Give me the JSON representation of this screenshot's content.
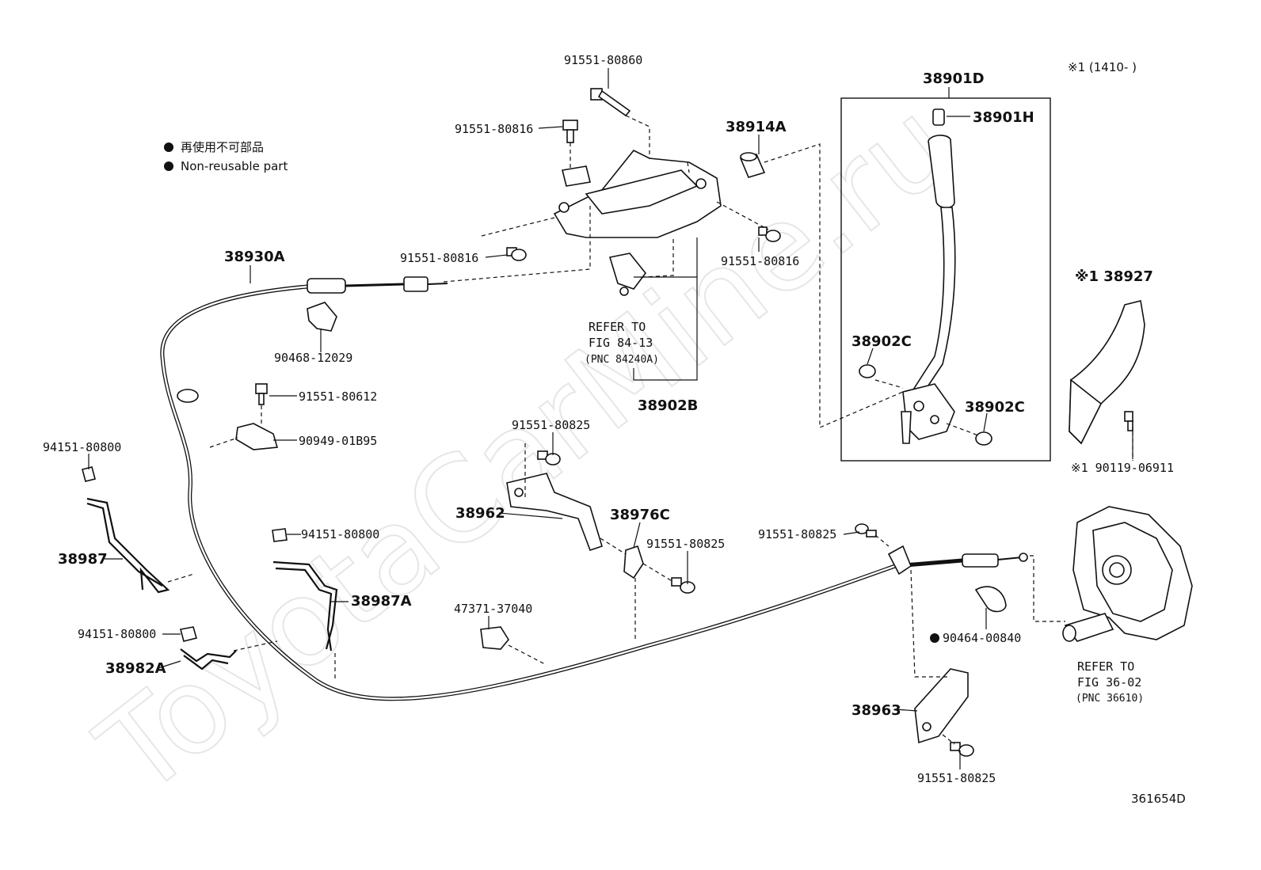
{
  "watermark": "ToyotaCarMine.ru",
  "note": "※1 (1410-      )",
  "diagram_id": "361654D",
  "legend": {
    "jp": "再使用不可部品",
    "en": "Non-reusable part"
  },
  "refer1": {
    "line1": "REFER TO",
    "line2": "FIG 84-13",
    "line3": "(PNC 84240A)"
  },
  "refer2": {
    "line1": "REFER TO",
    "line2": "FIG 36-02",
    "line3": "(PNC 36610)"
  },
  "labels": {
    "p91551_80860": "91551-80860",
    "p91551_80816": "91551-80816",
    "p38914A": "38914A",
    "p38901D": "38901D",
    "p38901H": "38901H",
    "p38930A": "38930A",
    "p90468_12029": "90468-12029",
    "p38902B": "38902B",
    "p38902C": "38902C",
    "p38927": "※1 38927",
    "p90119_06911": "※1 90119-06911",
    "p91551_80612": "91551-80612",
    "p90949_01B95": "90949-01B95",
    "p94151_80800": "94151-80800",
    "p38987": "38987",
    "p38987A": "38987A",
    "p38982A": "38982A",
    "p91551_80825": "91551-80825",
    "p38962": "38962",
    "p38976C": "38976C",
    "p47371_37040": "47371-37040",
    "p90464_00840": "90464-00840",
    "p38963": "38963"
  }
}
